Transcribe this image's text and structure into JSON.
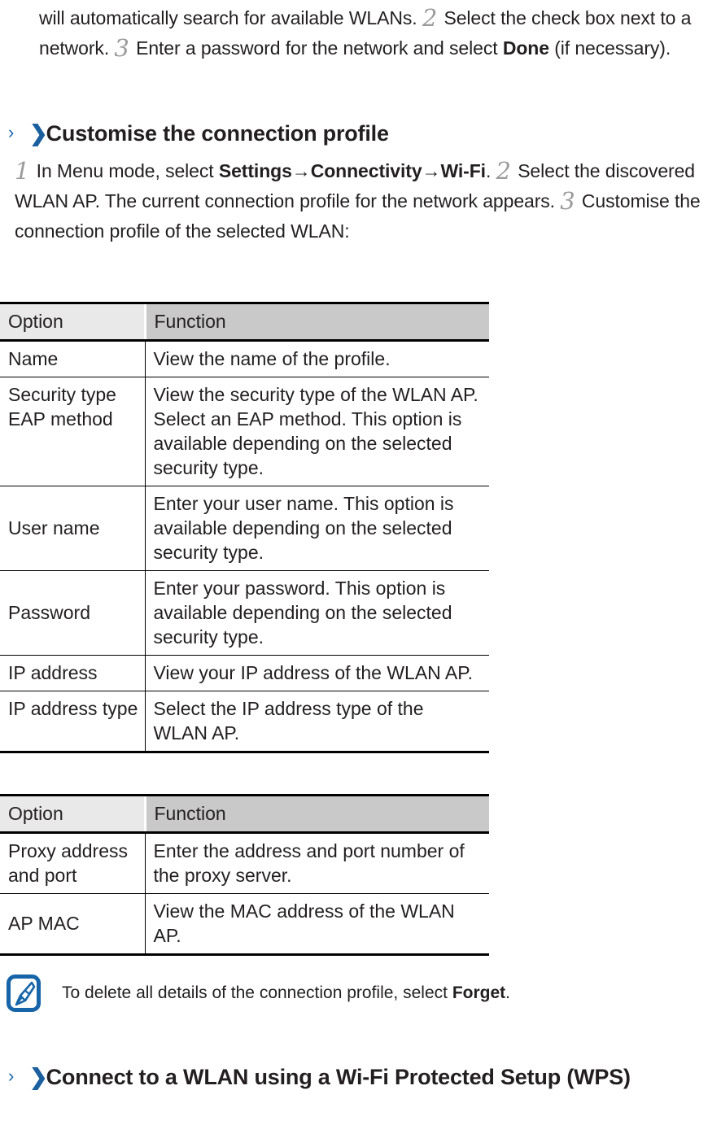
{
  "document": {
    "intro_paragraph": {
      "lead": "will automatically search for available WLANs.",
      "step2_num": "2",
      "step2_text": "Select the check box next to a network.",
      "step3_num": "3",
      "step3_text_a": "Enter a password for the network and select",
      "bold_done": "Done",
      "step3_text_b": "(if necessary)."
    },
    "heading_customise": {
      "chevron": "›",
      "arrow": "❯",
      "text": "Customise the connection profile"
    },
    "customise_paragraph": {
      "step1_num": "1",
      "step1_text_a": "In Menu mode, select",
      "bold_settings": "Settings",
      "arrow1": "→",
      "bold_connectivity": "Connectivity",
      "arrow2": "→",
      "bold_wifi": "Wi-Fi",
      "step1_text_b": ".",
      "step2_num": "2",
      "step2_text": "Select the discovered WLAN AP. The current connection profile for the network appears.",
      "step3_num": "3",
      "step3_text": "Customise the connection profile of the selected WLAN:"
    },
    "table1": {
      "headers": [
        "Option",
        "Function"
      ],
      "rows": [
        {
          "option": "Name",
          "function": "View the name of the profile."
        },
        {
          "option": "Security type EAP method",
          "function": "View the security type of the WLAN AP. Select an EAP method. This option is available depending on the selected security type."
        },
        {
          "option": "User name",
          "function": "Enter your user name. This option is available depending on the selected security type."
        },
        {
          "option": "Password",
          "function": "Enter your password. This option is available depending on the selected security type."
        },
        {
          "option": "IP address",
          "function": "View your IP address of the WLAN AP."
        },
        {
          "option": "IP address type",
          "function": "Select the IP address type of the WLAN AP."
        }
      ]
    },
    "table2": {
      "headers": [
        "Option",
        "Function"
      ],
      "rows": [
        {
          "option": "Proxy address and port",
          "function": "Enter the address and port number of the proxy server."
        },
        {
          "option": "AP MAC",
          "function": "View the MAC address of the WLAN AP."
        }
      ]
    },
    "note": {
      "icon": "note-pen-icon",
      "text_a": "To delete all details of the connection profile, select",
      "bold_forget": "Forget",
      "text_b": "."
    },
    "heading_wps": {
      "chevron": "›",
      "arrow": "❯",
      "line1": "Connect to a WLAN using a Wi-Fi Protected Setup",
      "line2": "(WPS)"
    }
  },
  "colors": {
    "accent_blue": "#1765a8",
    "header_light": "#e9e9e9",
    "header_dark": "#c9c9c9",
    "step_number_gray": "#9b9b9b",
    "text": "#231f20"
  }
}
